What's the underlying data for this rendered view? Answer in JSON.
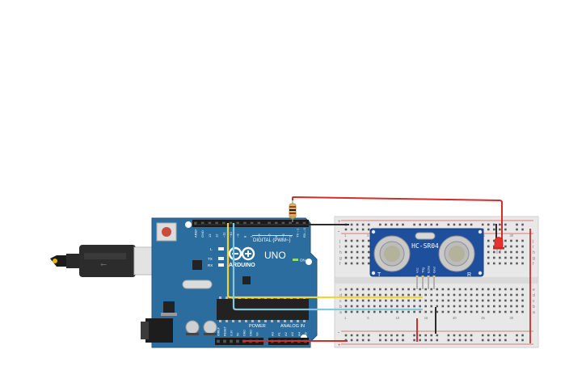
{
  "board": {
    "brand": "ARDUINO",
    "model": "UNO",
    "digital_label": "DIGITAL (PWM~)",
    "power_label": "POWER",
    "analog_label": "ANALOG IN",
    "on_label": "ON",
    "tx_label": "TX",
    "rx_label": "RX",
    "l_label": "L",
    "digital_pins": [
      "AREF",
      "GND",
      "13",
      "12",
      "~11",
      "~10",
      "~9",
      "8",
      "7",
      "~6",
      "~5",
      "4",
      "~3",
      "2",
      "TX→1",
      "RX←0"
    ],
    "power_pins": [
      "IOREF",
      "RESET",
      "3.3V",
      "5V",
      "GND",
      "GND",
      "Vin"
    ],
    "analog_pins": [
      "A0",
      "A1",
      "A2",
      "A3",
      "A4",
      "A5"
    ]
  },
  "sensor": {
    "model": "HC-SR04",
    "left_mark": "T",
    "right_mark": "R",
    "pins": [
      "Vcc",
      "Trig",
      "Echo",
      "Gnd"
    ]
  },
  "breadboard": {
    "row_letters_top": [
      "j",
      "i",
      "h",
      "g",
      "f"
    ],
    "row_letters_bottom": [
      "e",
      "d",
      "c",
      "b",
      "a"
    ],
    "column_numbers": [
      "1",
      "5",
      "10",
      "15",
      "20",
      "25",
      "30"
    ],
    "plus": "+",
    "minus": "-"
  },
  "colors": {
    "board_blue": "#2a6d9e",
    "wire_red": "#d42b2b",
    "wire_black": "#2b2b2b",
    "wire_yellow": "#f2d43a",
    "wire_blue": "#86c6e3",
    "led_red": "#e4332f",
    "sensor_blue": "#1d4f9c"
  }
}
